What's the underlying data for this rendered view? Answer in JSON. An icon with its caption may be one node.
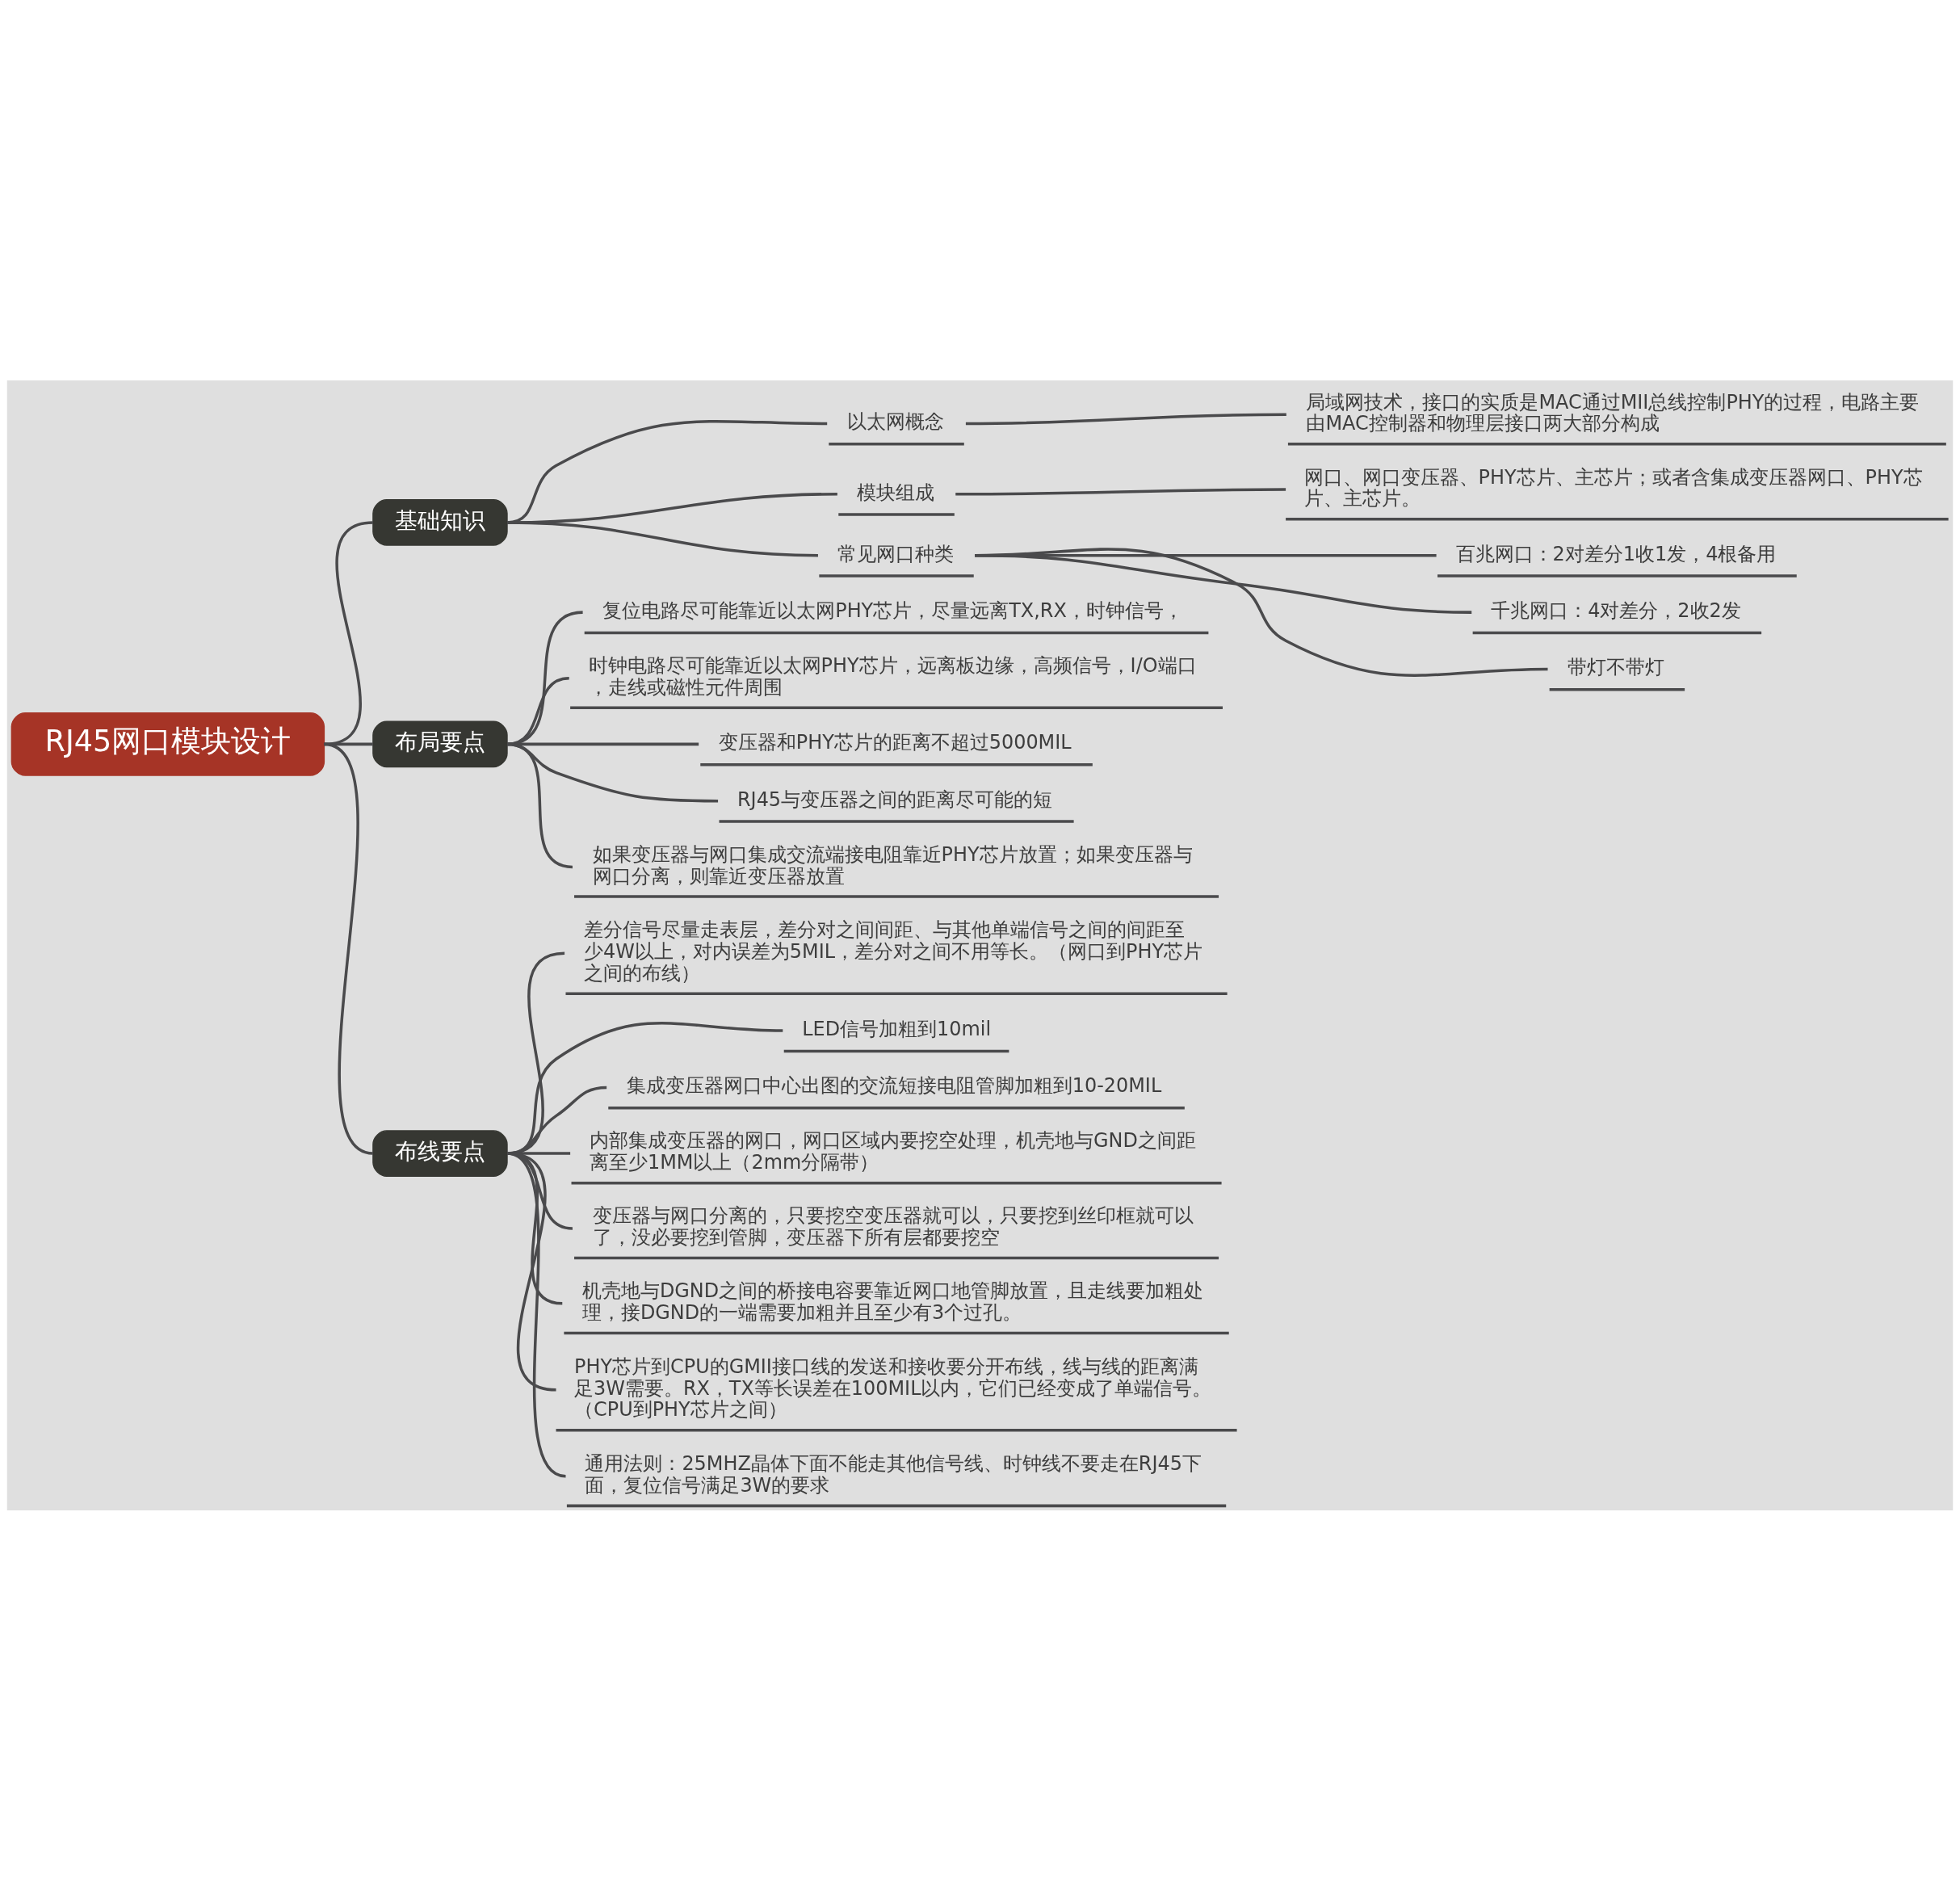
{
  "diagram": {
    "nodes": [
      {
        "text": [
          "RJ45网口模块设计"
        ]
      },
      {
        "text": [
          "基础知识"
        ]
      },
      {
        "text": [
          "以太网概念"
        ]
      },
      {
        "text": [
          "局域网技术，接口的实质是MAC通过MII总线控制PHY的过程，电路主要由MAC控制器和物理层接口两大部分构成"
        ]
      },
      {
        "text": [
          "模块组成"
        ]
      },
      {
        "text": [
          "网口、网口变压器、PHY芯片、主芯片；或者含集成变压器网口、PHY芯片、主芯片。"
        ]
      },
      {
        "text": [
          "常见网口种类"
        ]
      },
      {
        "text": [
          "百兆网口：2对差分1收1发，4根备用"
        ]
      },
      {
        "text": [
          "千兆网口：4对差分，2收2发"
        ]
      },
      {
        "text": [
          "带灯不带灯"
        ]
      },
      {
        "text": [
          "布局要点"
        ]
      },
      {
        "text": [
          "复位电路尽可能靠近以太网PHY芯片，尽量远离TX,RX，时钟信号，"
        ]
      },
      {
        "text": [
          "时钟电路尽可能靠近以太网PHY芯片，远离板边缘，高频信号，I/O端口，走线或磁性元件周围"
        ]
      },
      {
        "text": [
          "变压器和PHY芯片的距离不超过5000MIL"
        ]
      },
      {
        "text": [
          "RJ45与变压器之间的距离尽可能的短"
        ]
      },
      {
        "text": [
          "如果变压器与网口集成交流端接电阻靠近PHY芯片放置；如果变压器与网口分离，则靠近变压器放置"
        ]
      },
      {
        "text": [
          "布线要点"
        ]
      },
      {
        "text": [
          "差分信号尽量走表层，差分对之间间距、与其他单端信号之间的间距至少4W以上，对内误差为5MIL，差分对之间不用等长。（网口到PHY芯片之间的布线）"
        ]
      },
      {
        "text": [
          "LED信号加粗到10mil"
        ]
      },
      {
        "text": [
          "集成变压器网口中心出图的交流短接电阻管脚加粗到10-20MIL"
        ]
      },
      {
        "text": [
          "内部集成变压器的网口，网口区域内要挖空处理，机壳地与GND之间距离至少1MM以上（2mm分隔带）"
        ]
      },
      {
        "text": [
          "变压器与网口分离的，只要挖空变压器就可以，只要挖到丝印框就可以了，没必要挖到管脚，变压器下所有层都要挖空"
        ]
      },
      {
        "text": [
          "机壳地与DGND之间的桥接电容要靠近网口地管脚放置，且走线要加粗处理，接DGND的一端需要加粗并且至少有3个过孔。"
        ]
      },
      {
        "text": [
          "PHY芯片到CPU的GMII接口线的发送和接收要分开布线，线与线的距离满足3W需要。RX，TX等长误差在100MIL以内，它们已经变成了单端信号。（CPU到PHY芯片之间）"
        ]
      },
      {
        "text": [
          "通用法则：25MHZ晶体下面不能走其他信号线、时钟线不要走在RJ45下面，复位信号满足3W的要求"
        ]
      }
    ],
    "edges": [
      {
        "from": 0,
        "to": 1,
        "arrow": "none"
      },
      {
        "from": 0,
        "to": 10,
        "arrow": "none"
      },
      {
        "from": 0,
        "to": 16,
        "arrow": "none"
      },
      {
        "from": 1,
        "to": 2,
        "arrow": "none"
      },
      {
        "from": 2,
        "to": 3,
        "arrow": "none"
      },
      {
        "from": 1,
        "to": 4,
        "arrow": "none"
      },
      {
        "from": 4,
        "to": 5,
        "arrow": "none"
      },
      {
        "from": 1,
        "to": 6,
        "arrow": "none"
      },
      {
        "from": 6,
        "to": 7,
        "arrow": "none"
      },
      {
        "from": 6,
        "to": 8,
        "arrow": "none"
      },
      {
        "from": 6,
        "to": 9,
        "arrow": "none"
      },
      {
        "from": 10,
        "to": 11,
        "arrow": "none"
      },
      {
        "from": 10,
        "to": 12,
        "arrow": "none"
      },
      {
        "from": 10,
        "to": 13,
        "arrow": "none"
      },
      {
        "from": 10,
        "to": 14,
        "arrow": "none"
      },
      {
        "from": 10,
        "to": 15,
        "arrow": "none"
      },
      {
        "from": 16,
        "to": 17,
        "arrow": "none"
      },
      {
        "from": 16,
        "to": 18,
        "arrow": "none"
      },
      {
        "from": 16,
        "to": 19,
        "arrow": "none"
      },
      {
        "from": 16,
        "to": 20,
        "arrow": "none"
      },
      {
        "from": 16,
        "to": 21,
        "arrow": "none"
      },
      {
        "from": 16,
        "to": 22,
        "arrow": "none"
      },
      {
        "from": 16,
        "to": 23,
        "arrow": "none"
      },
      {
        "from": 16,
        "to": 24,
        "arrow": "none"
      }
    ]
  }
}
